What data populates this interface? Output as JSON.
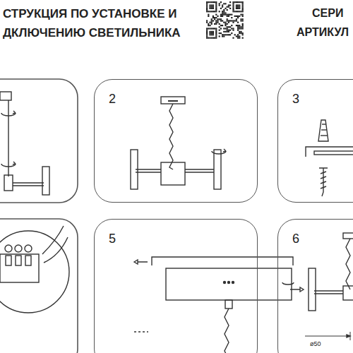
{
  "diagram": {
    "nodes": [
      {
        "text": [
          "2"
        ]
      },
      {
        "text": [
          "3"
        ]
      },
      {
        "text": [
          "5"
        ]
      },
      {
        "text": [
          "6"
        ]
      }
    ],
    "labels": [
      "СТРУКЦИЯ ПО УСТАНОВКЕ И",
      "ДКЛЮЧЕНИЮ СВЕТИЛЬНИКА",
      "СЕРИ",
      "АРТИКУЛ",
      "ø50"
    ]
  }
}
